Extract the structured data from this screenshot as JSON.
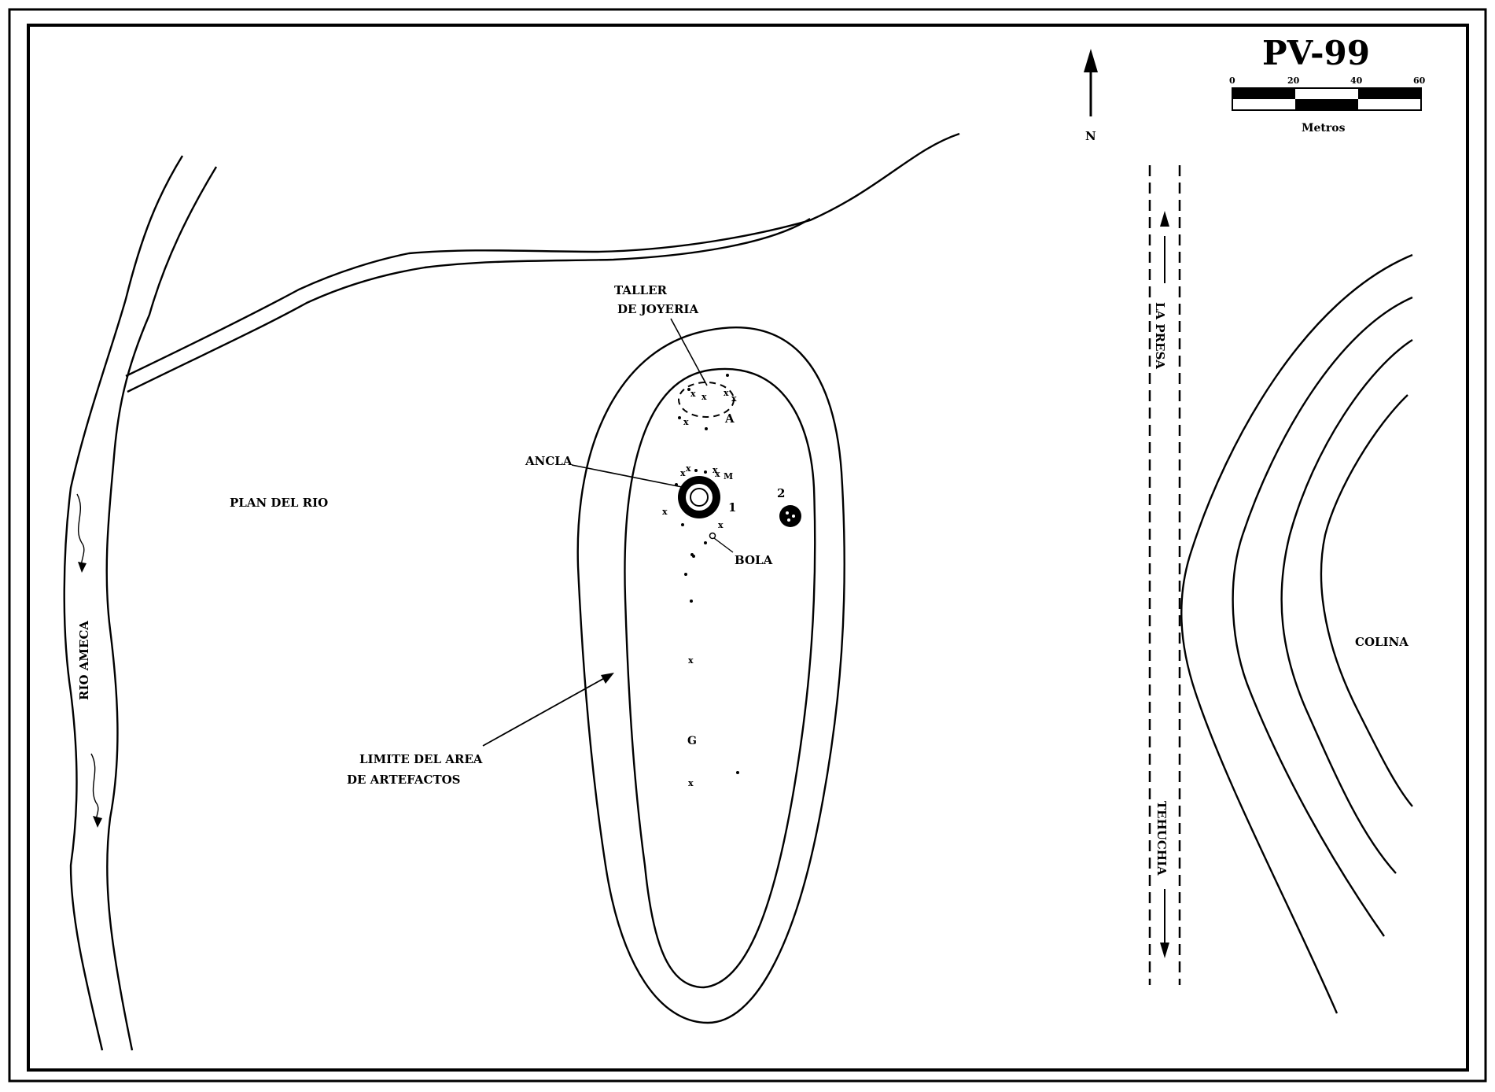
{
  "title": "PV-99",
  "north": "N",
  "scale": {
    "ticks": [
      "0",
      "20",
      "40",
      "60"
    ],
    "unit": "Metros"
  },
  "labels": {
    "plan_del_rio": "PLAN DEL RIO",
    "rio_ameca": "RIO AMECA",
    "taller_line1": "TALLER",
    "taller_line2": "DE JOYERIA",
    "ancla": "ANCLA",
    "bola": "BOLA",
    "limite_line1": "LIMITE DEL AREA",
    "limite_line2": "DE ARTEFACTOS",
    "colina": "COLINA",
    "road_north": "LA PRESA",
    "road_south": "TEHUCHIA",
    "feature_1": "1",
    "feature_2": "2",
    "feature_a": "A",
    "feature_m": "M",
    "feature_g": "G"
  }
}
